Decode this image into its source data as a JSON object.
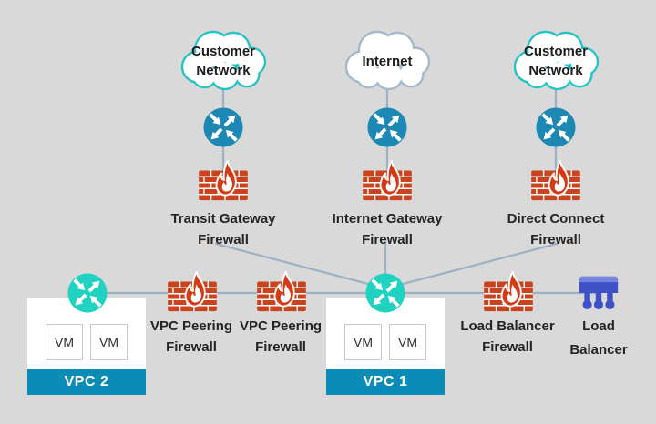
{
  "colors": {
    "background": "#d9d9d9",
    "cloud_border_teal": "#27c3c4",
    "cloud_border_gray": "#a3b8cb",
    "router_blue": "#1e88b4",
    "router_teal": "#22d2c1",
    "firewall_brick": "#c9431f",
    "firewall_flame": "#d43a16",
    "vpc_bar": "#0b8cb7",
    "lb_blue": "#3e52c8",
    "lb_blue_light": "#7585dd",
    "connector_line": "#9db1c3",
    "text": "#242424"
  },
  "clouds": [
    {
      "lines": [
        "Customer",
        "Network"
      ]
    },
    {
      "lines": [
        "Internet"
      ]
    },
    {
      "lines": [
        "Customer",
        "Network"
      ]
    }
  ],
  "top_firewalls": [
    {
      "label_line1": "Transit Gateway",
      "label_line2": "Firewall"
    },
    {
      "label_line1": "Internet Gateway",
      "label_line2": "Firewall"
    },
    {
      "label_line1": "Direct Connect",
      "label_line2": "Firewall"
    }
  ],
  "peering_firewalls": [
    {
      "label_line1": "VPC Peering",
      "label_line2": "Firewall"
    },
    {
      "label_line1": "VPC Peering",
      "label_line2": "Firewall"
    }
  ],
  "lb_firewall": {
    "label_line1": "Load Balancer",
    "label_line2": "Firewall"
  },
  "load_balancer": {
    "label_line1": "Load",
    "label_line2": "Balancer"
  },
  "vpcs": [
    {
      "name": "VPC 2",
      "vms": [
        "VM",
        "VM"
      ]
    },
    {
      "name": "VPC 1",
      "vms": [
        "VM",
        "VM"
      ]
    }
  ]
}
